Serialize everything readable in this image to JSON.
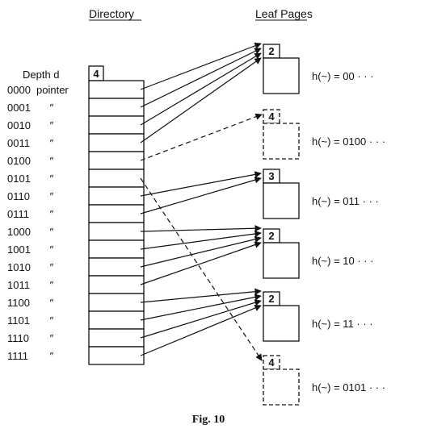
{
  "headings": {
    "directory": "Directory",
    "leaf_pages": "Leaf Pages"
  },
  "directory": {
    "global_depth": "4",
    "column_header": "Depth d",
    "ditto_mark": "″",
    "entries": [
      {
        "bits": "0000",
        "note": "pointer",
        "target_leaf": 0
      },
      {
        "bits": "0001",
        "note": "″",
        "target_leaf": 0
      },
      {
        "bits": "0010",
        "note": "″",
        "target_leaf": 0
      },
      {
        "bits": "0011",
        "note": "″",
        "target_leaf": 0
      },
      {
        "bits": "0100",
        "note": "″",
        "target_leaf": 1
      },
      {
        "bits": "0101",
        "note": "″",
        "target_leaf": 5
      },
      {
        "bits": "0110",
        "note": "″",
        "target_leaf": 2
      },
      {
        "bits": "0111",
        "note": "″",
        "target_leaf": 2
      },
      {
        "bits": "1000",
        "note": "″",
        "target_leaf": 3
      },
      {
        "bits": "1001",
        "note": "″",
        "target_leaf": 3
      },
      {
        "bits": "1010",
        "note": "″",
        "target_leaf": 3
      },
      {
        "bits": "1011",
        "note": "″",
        "target_leaf": 3
      },
      {
        "bits": "1100",
        "note": "″",
        "target_leaf": 4
      },
      {
        "bits": "1101",
        "note": "″",
        "target_leaf": 4
      },
      {
        "bits": "1110",
        "note": "″",
        "target_leaf": 4
      },
      {
        "bits": "1111",
        "note": "″",
        "target_leaf": 4
      }
    ]
  },
  "leaf_pages": [
    {
      "local_depth": "2",
      "hash_label": "h(~) = 00 · · ·",
      "dashed": false
    },
    {
      "local_depth": "4",
      "hash_label": "h(~) = 0100 · · ·",
      "dashed": true
    },
    {
      "local_depth": "3",
      "hash_label": "h(~) = 011 · · ·",
      "dashed": false
    },
    {
      "local_depth": "2",
      "hash_label": "h(~) = 10 · · ·",
      "dashed": false
    },
    {
      "local_depth": "2",
      "hash_label": "h(~) = 11 · · ·",
      "dashed": false
    },
    {
      "local_depth": "4",
      "hash_label": "h(~) = 0101 · · ·",
      "dashed": true
    }
  ],
  "caption": "Fig. 10"
}
